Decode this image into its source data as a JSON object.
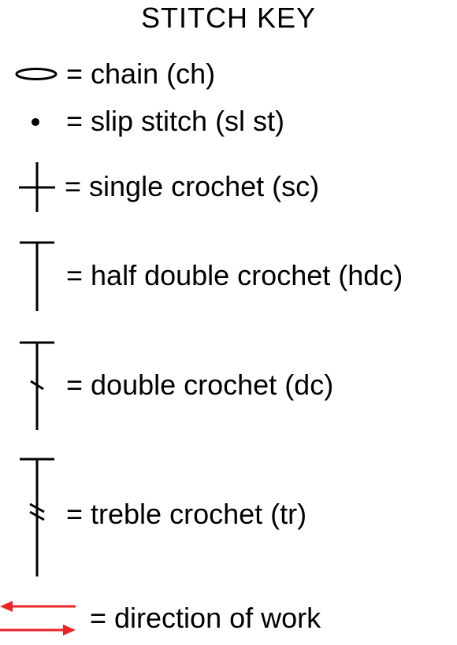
{
  "title": "STITCH KEY",
  "stitches": [
    {
      "symbol": "oval-icon",
      "label": "= chain (ch)"
    },
    {
      "symbol": "dot-icon",
      "label": "= slip stitch (sl st)"
    },
    {
      "symbol": "plus-cross-icon",
      "label": "= single crochet (sc)"
    },
    {
      "symbol": "t-post-icon",
      "label": "= half double crochet (hdc)"
    },
    {
      "symbol": "t-post-one-slash-icon",
      "label": "= double crochet (dc)"
    },
    {
      "symbol": "t-post-two-slash-icon",
      "label": "= treble crochet (tr)"
    },
    {
      "symbol": "double-red-arrows-icon",
      "label": "= direction of work"
    }
  ],
  "colors": {
    "ink": "#000000",
    "arrow": "#e8232a",
    "background": "#ffffff"
  }
}
